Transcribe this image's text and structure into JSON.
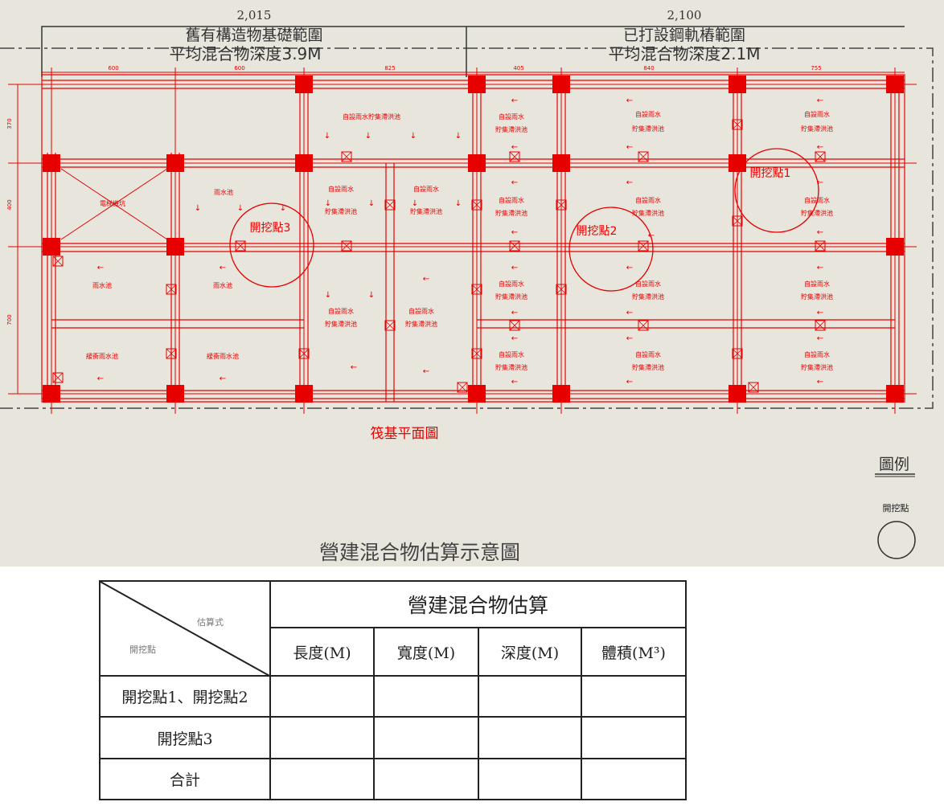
{
  "plan": {
    "dim_left_total": "2,015",
    "dim_right_total": "2,100",
    "zone_left_title": "舊有構造物基礎範圍",
    "zone_left_depth": "平均混合物深度3.9M",
    "zone_right_title": "已打設鋼軌樁範圍",
    "zone_right_depth": "平均混合物深度2.1M",
    "span_dims": [
      "600",
      "600",
      "825",
      "405",
      "840",
      "755"
    ],
    "row_dims": [
      "370",
      "400",
      "700"
    ],
    "room_labels": [
      "電梯機坑",
      "雨水池",
      "緩衝雨水池",
      "自設雨水貯集滯洪池",
      "自設雨水",
      "貯集滯洪池"
    ],
    "excavation_points": [
      "開挖點1",
      "開挖點2",
      "開挖點3"
    ],
    "plan_title": "筏基平面圖",
    "figure_title": "營建混合物估算示意圖",
    "legend_title": "圖例",
    "legend_item": "開挖點",
    "color_red": "#e60000"
  },
  "table": {
    "corner_top": "估算式",
    "corner_bottom": "開挖點",
    "title": "營建混合物估算",
    "columns": [
      "長度(M)",
      "寬度(M)",
      "深度(M)",
      "體積(M³)"
    ],
    "rows": [
      {
        "label": "開挖點1、開挖點2",
        "values": [
          "",
          "",
          "",
          ""
        ]
      },
      {
        "label": "開挖點3",
        "values": [
          "",
          "",
          "",
          ""
        ]
      },
      {
        "label": "合計",
        "values": [
          "",
          "",
          "",
          ""
        ]
      }
    ]
  }
}
